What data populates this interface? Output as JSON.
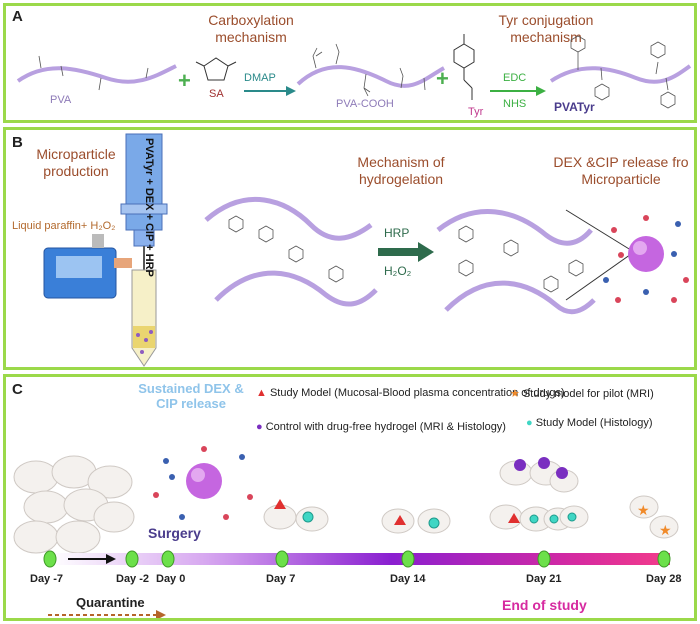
{
  "panelA": {
    "label": "A",
    "carboxylation": "Carboxylation mechanism",
    "tyr_conjugation": "Tyr conjugation mechanism",
    "pva": "PVA",
    "sa": "SA",
    "dmap": "DMAP",
    "pva_cooh": "PVA-COOH",
    "tyr": "Tyr",
    "edc": "EDC",
    "nhs": "NHS",
    "pvatyr": "PVATyr",
    "plus": "+"
  },
  "panelB": {
    "label": "B",
    "microparticle_production": "Microparticle production",
    "syringe_text": "PVATyr + DEX + CIP + HRP",
    "liquid_paraffin": "Liquid paraffin+ H₂O₂",
    "hydrogelation": "Mechanism of hydrogelation",
    "hrp": "HRP",
    "h2o2": "H₂O₂",
    "release": "DEX &CIP release fro Microparticle"
  },
  "panelC": {
    "label": "C",
    "sustained": "Sustained DEX & CIP release",
    "surgery": "Surgery",
    "legend": [
      {
        "symbol": "▲",
        "color": "#e03030",
        "text": "Study Model (Mucosal-Blood plasma concentration of drugs)"
      },
      {
        "symbol": "●",
        "color": "#7a2fc0",
        "text": "Control with drug-free hydrogel (MRI & Histology)"
      },
      {
        "symbol": "★",
        "color": "#f08a2a",
        "text": "Study model for pilot (MRI)"
      },
      {
        "symbol": "●",
        "color": "#3fd6c4",
        "text": "Study Model (Histology)"
      }
    ],
    "days": [
      "Day -7",
      "Day -2",
      "Day 0",
      "Day 7",
      "Day 14",
      "Day 21",
      "Day 28"
    ],
    "quarantine": "Quarantine",
    "end_of_study": "End of study"
  }
}
